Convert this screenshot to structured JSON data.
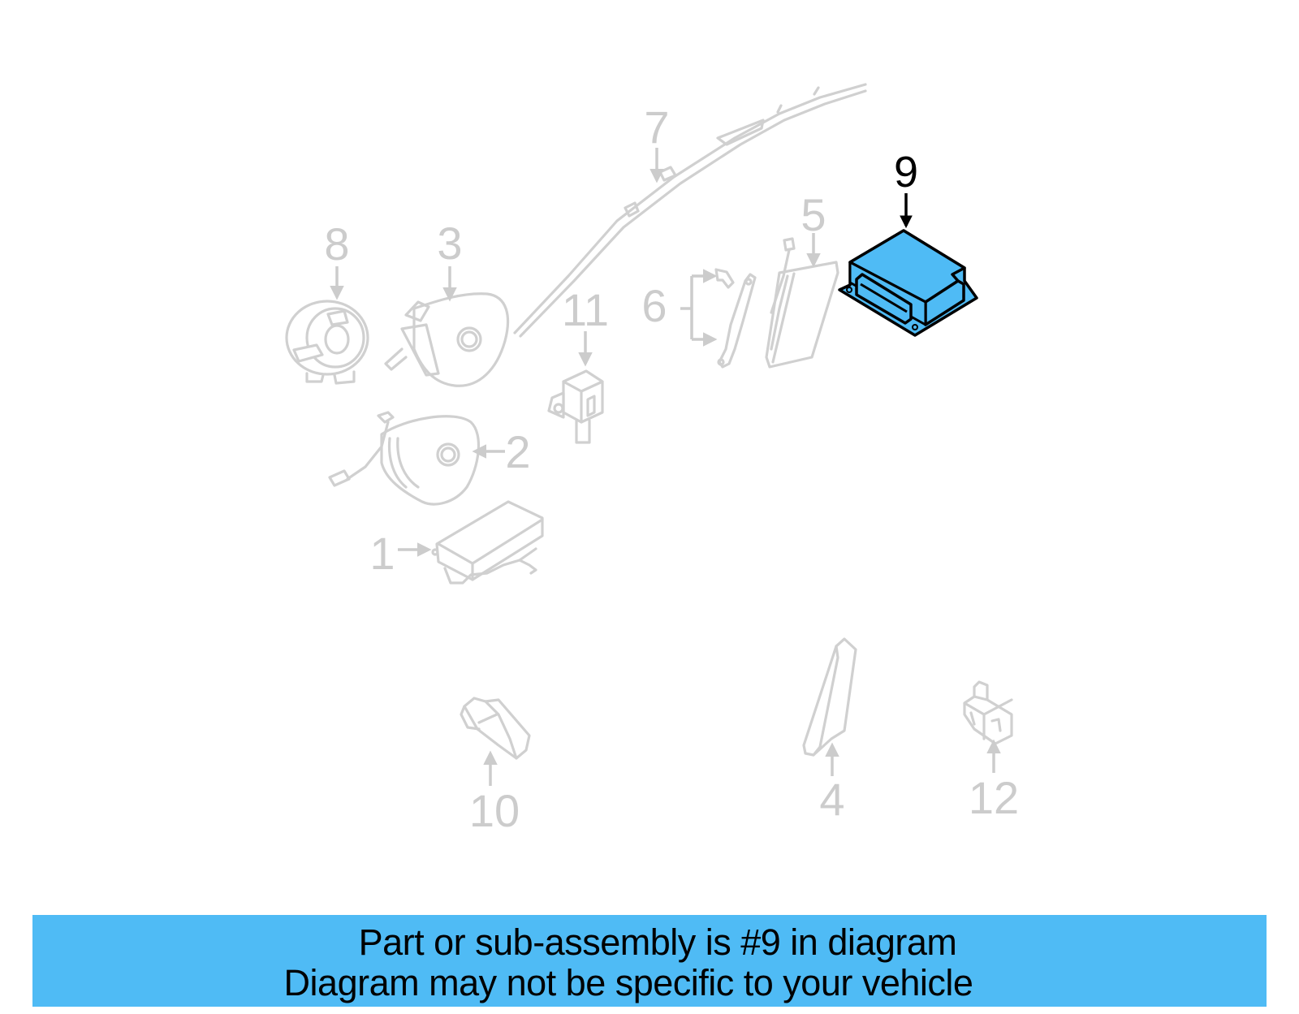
{
  "diagram": {
    "highlight_color": "#4fbbf5",
    "inactive_color": "#cccccc",
    "highlighted_part": "9",
    "callouts": [
      {
        "id": "1",
        "label": "1",
        "part": "passenger-airbag"
      },
      {
        "id": "2",
        "label": "2",
        "part": "driver-airbag-with-harness"
      },
      {
        "id": "3",
        "label": "3",
        "part": "driver-airbag"
      },
      {
        "id": "4",
        "label": "4",
        "part": "knee-airbag-trim"
      },
      {
        "id": "5",
        "label": "5",
        "part": "side-airbag"
      },
      {
        "id": "6",
        "label": "6",
        "part": "mounting-brackets"
      },
      {
        "id": "7",
        "label": "7",
        "part": "curtain-airbag"
      },
      {
        "id": "8",
        "label": "8",
        "part": "clock-spring"
      },
      {
        "id": "9",
        "label": "9",
        "part": "airbag-control-module"
      },
      {
        "id": "10",
        "label": "10",
        "part": "impact-sensor"
      },
      {
        "id": "11",
        "label": "11",
        "part": "impact-sensor"
      },
      {
        "id": "12",
        "label": "12",
        "part": "sensor"
      }
    ]
  },
  "banner": {
    "line1": "Part or sub-assembly is #9 in diagram",
    "line2": "Diagram may not be specific to your vehicle",
    "background": "#4fbbf5"
  }
}
